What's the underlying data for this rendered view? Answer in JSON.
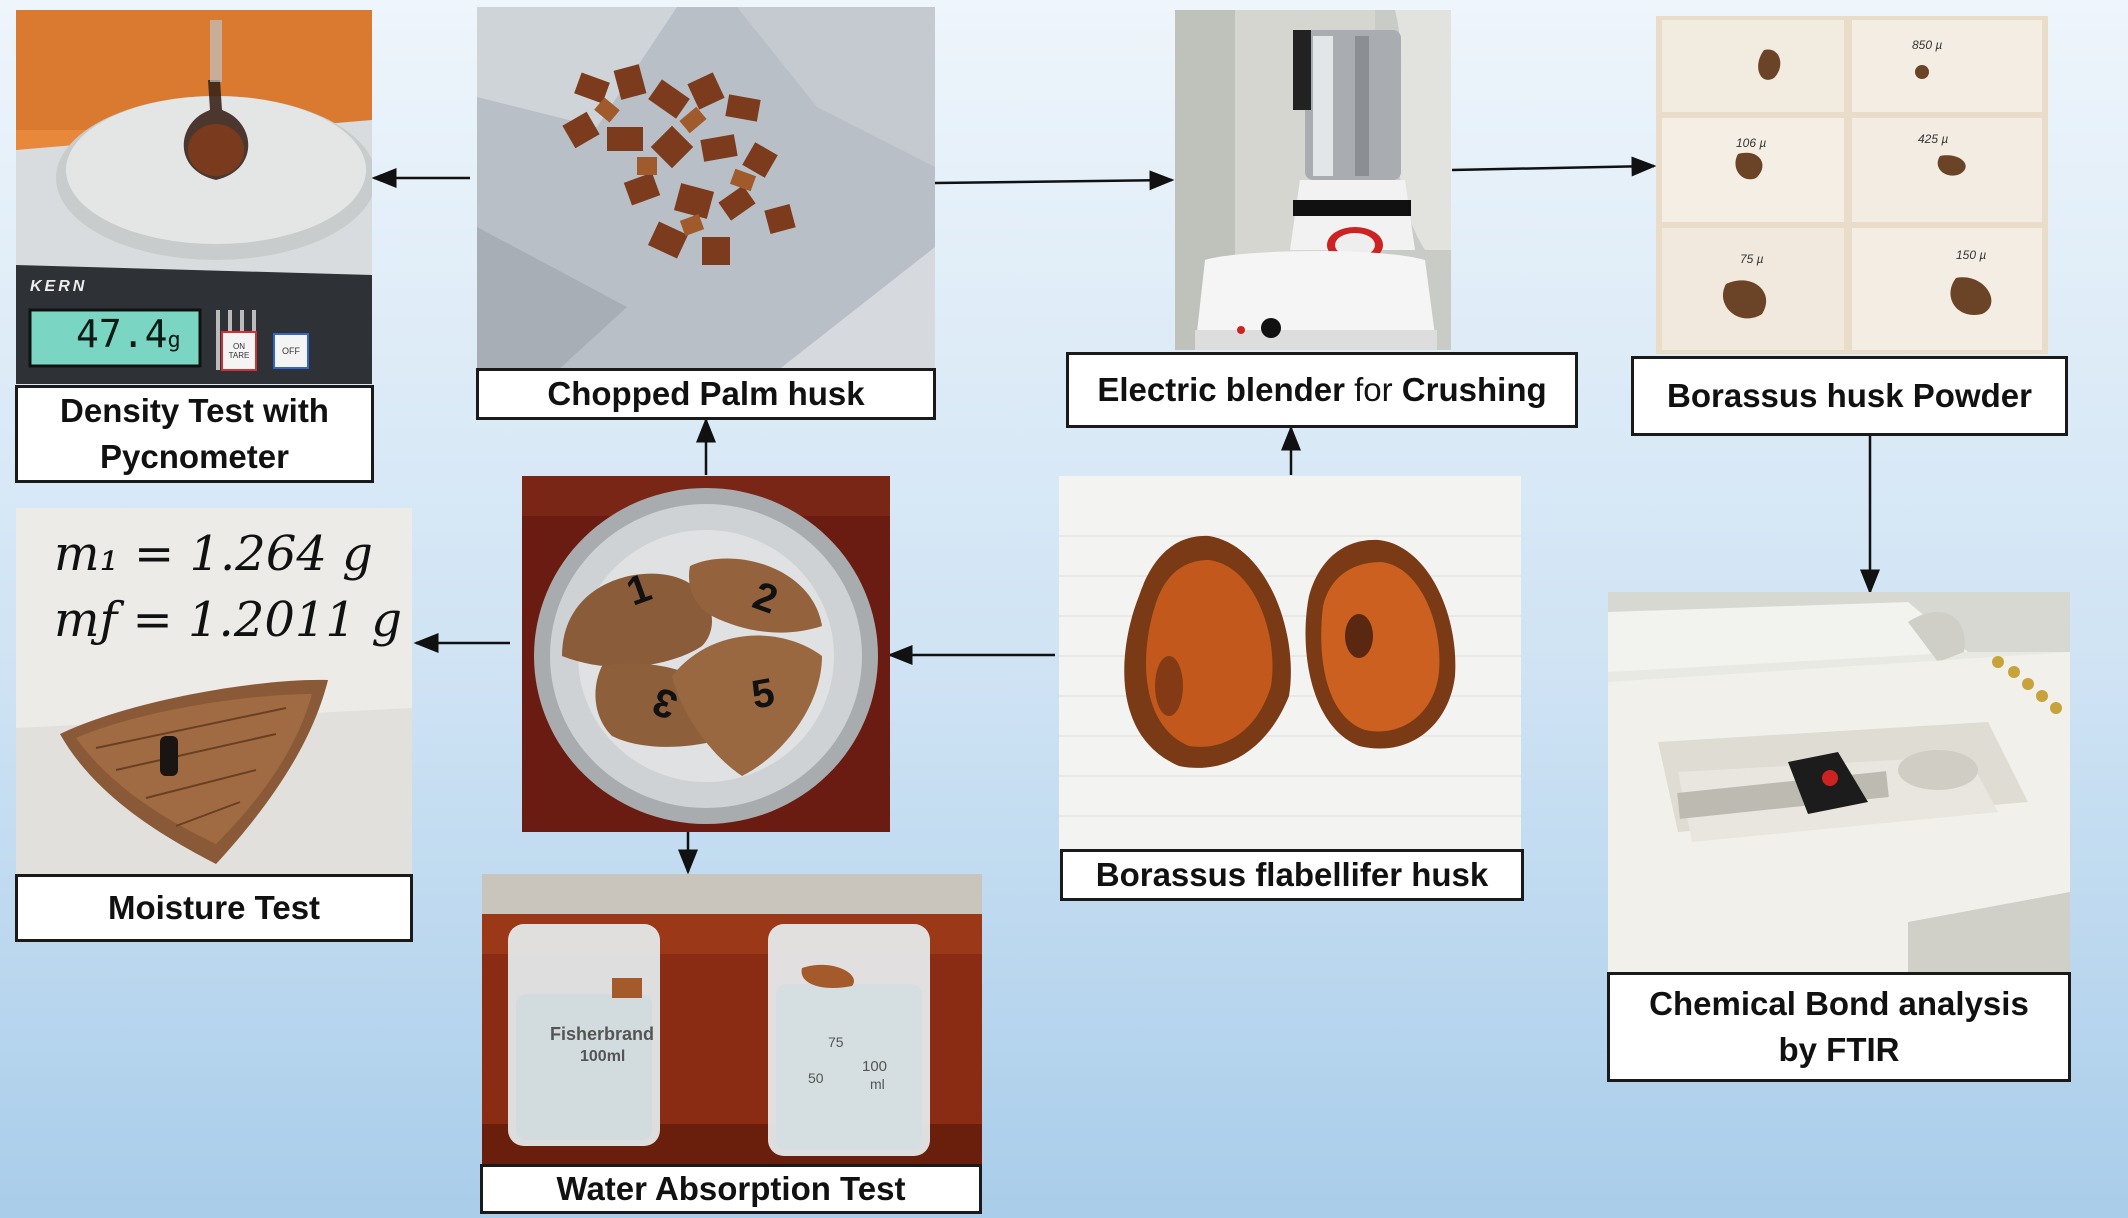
{
  "labels": {
    "density_line1": "Density Test with",
    "density_line2": "Pycnometer",
    "chopped": "Chopped Palm husk",
    "blender_a": "Electric blender ",
    "blender_b": "for",
    "blender_c": " Crushing",
    "powder": "Borassus husk Powder",
    "moisture": "Moisture Test",
    "husk": "Borassus flabellifer husk",
    "water": "Water Absorption Test",
    "ftir_line1": "Chemical Bond analysis",
    "ftir_line2": "by FTIR"
  },
  "photo_text": {
    "scale_brand": "KERN",
    "scale_reading": "47.4",
    "scale_unit": "g",
    "btn_on": "ON TARE",
    "btn_off": "OFF",
    "moisture_m1": "m₁ = 1.264 g",
    "moisture_mf": "mƒ = 1.2011 g",
    "sample_num": "1",
    "piece_nums": [
      "1",
      "2",
      "3",
      "5"
    ],
    "sieve_sizes": [
      "850 µ",
      "106 µ",
      "425 µ",
      "75 µ",
      "150 µ"
    ],
    "beaker_brand": "Fisherbrand",
    "beaker_vol": "100ml",
    "beaker2_marks": [
      "75",
      "50",
      "100",
      "ml"
    ]
  }
}
